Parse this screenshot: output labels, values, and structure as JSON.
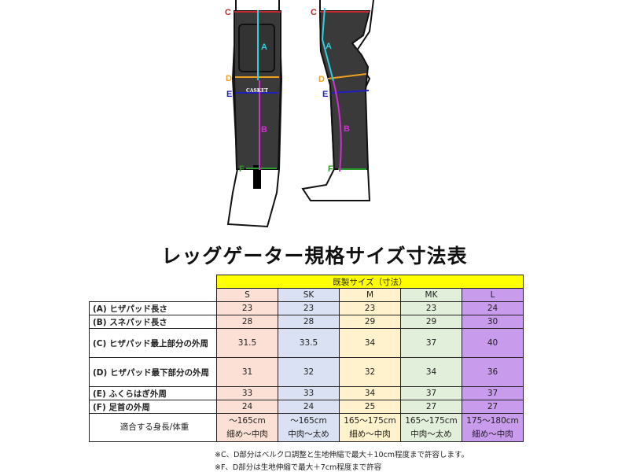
{
  "illustration": {
    "brand_logo": "CASKET",
    "labels": [
      "A",
      "B",
      "C",
      "D",
      "E",
      "F"
    ]
  },
  "title": "レッグゲーター規格サイズ寸法表",
  "table": {
    "group_header": "既製サイズ（寸法）",
    "sizes": [
      "S",
      "SK",
      "M",
      "MK",
      "L"
    ],
    "rows": [
      {
        "label": "(A) ヒザパッド長さ",
        "values": [
          "23",
          "23",
          "23",
          "23",
          "24"
        ]
      },
      {
        "label": "(B) スネパッド長さ",
        "values": [
          "28",
          "28",
          "29",
          "29",
          "30"
        ]
      },
      {
        "label": "(C) ヒザパッド最上部分の外周",
        "values": [
          "31.5",
          "33.5",
          "34",
          "37",
          "40"
        ]
      },
      {
        "label": "(D) ヒザパッド最下部分の外周",
        "values": [
          "31",
          "32",
          "32",
          "34",
          "36"
        ]
      },
      {
        "label": "(E) ふくらはぎ外周",
        "values": [
          "33",
          "33",
          "34",
          "37",
          "37"
        ]
      },
      {
        "label": "(F) 足首の外周",
        "values": [
          "24",
          "24",
          "25",
          "27",
          "27"
        ]
      }
    ],
    "fit": {
      "label": "適合する身長/体重",
      "height": [
        "～165cm",
        "～165cm",
        "165～175cm",
        "165～175cm",
        "175～180cm"
      ],
      "build": [
        "細め～中肉",
        "中肉～太め",
        "細め～中肉",
        "中肉～太め",
        "細め～中肉"
      ]
    }
  },
  "notes": [
    "※C、D部分はベルクロ調整と生地伸縮で最大＋10cm程度まで許容します。",
    "※F、D部分は生地伸縮で最大＋7cm程度まで許容"
  ],
  "colors": {
    "header": "#ffff00",
    "S": "#fce0d5",
    "SK": "#d9e1f2",
    "M": "#fff2cc",
    "MK": "#e2efda",
    "L": "#c99bec",
    "C": "#c0282d",
    "D": "#f0a020",
    "E": "#2020c0",
    "F": "#2a9a2a",
    "A": "#30d0e0",
    "B": "#d030d0"
  }
}
